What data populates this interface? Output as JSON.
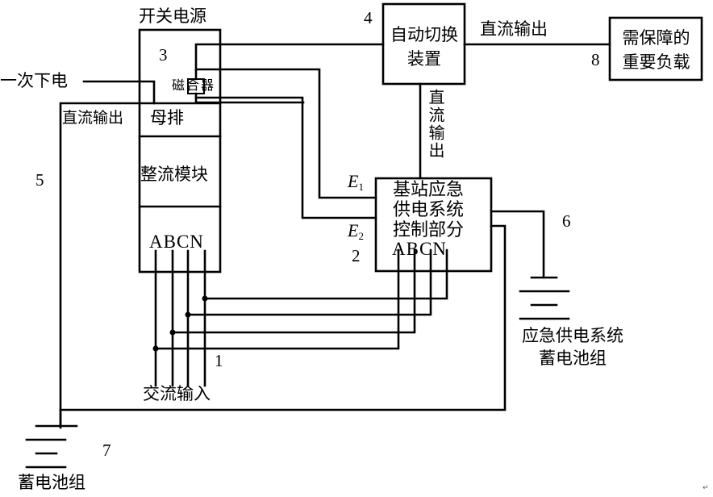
{
  "diagram": {
    "type": "circuit-block-diagram",
    "blocks": {
      "switching_power_supply": {
        "title": "开关电源",
        "number": "3"
      },
      "magnetic_contactor": {
        "label_parts": [
          "磁",
          "合",
          "器"
        ]
      },
      "busbar": {
        "label": "母排"
      },
      "rectifier_module": {
        "label": "整流模块"
      },
      "rectifier_phases": "ABCN",
      "auto_switch": {
        "line1": "自动切换",
        "line2": "装置",
        "number": "4"
      },
      "important_load": {
        "line1": "需保障的",
        "line2": "重要负载",
        "number": "8"
      },
      "control_unit": {
        "line1": "基站应急",
        "line2": "供电系统",
        "line3": "控制部分",
        "phases": "ABCN",
        "number": "2"
      },
      "emergency_battery": {
        "line1": "应急供电系统",
        "line2": "蓄电池组",
        "number": "6"
      },
      "battery_group": {
        "label": "蓄电池组",
        "number": "7"
      }
    },
    "labels": {
      "mains_power_off": "一次下电",
      "dc_output_left": "直流输出",
      "dc_output_top": "直流输出",
      "dc_output_vertical": "直流输出",
      "ac_input": "交流输入",
      "ac_input_number": "1",
      "left_line_number": "5",
      "e1": {
        "base": "E",
        "sub": "1"
      },
      "e2": {
        "base": "E",
        "sub": "2"
      },
      "return_mark": "↵"
    }
  }
}
